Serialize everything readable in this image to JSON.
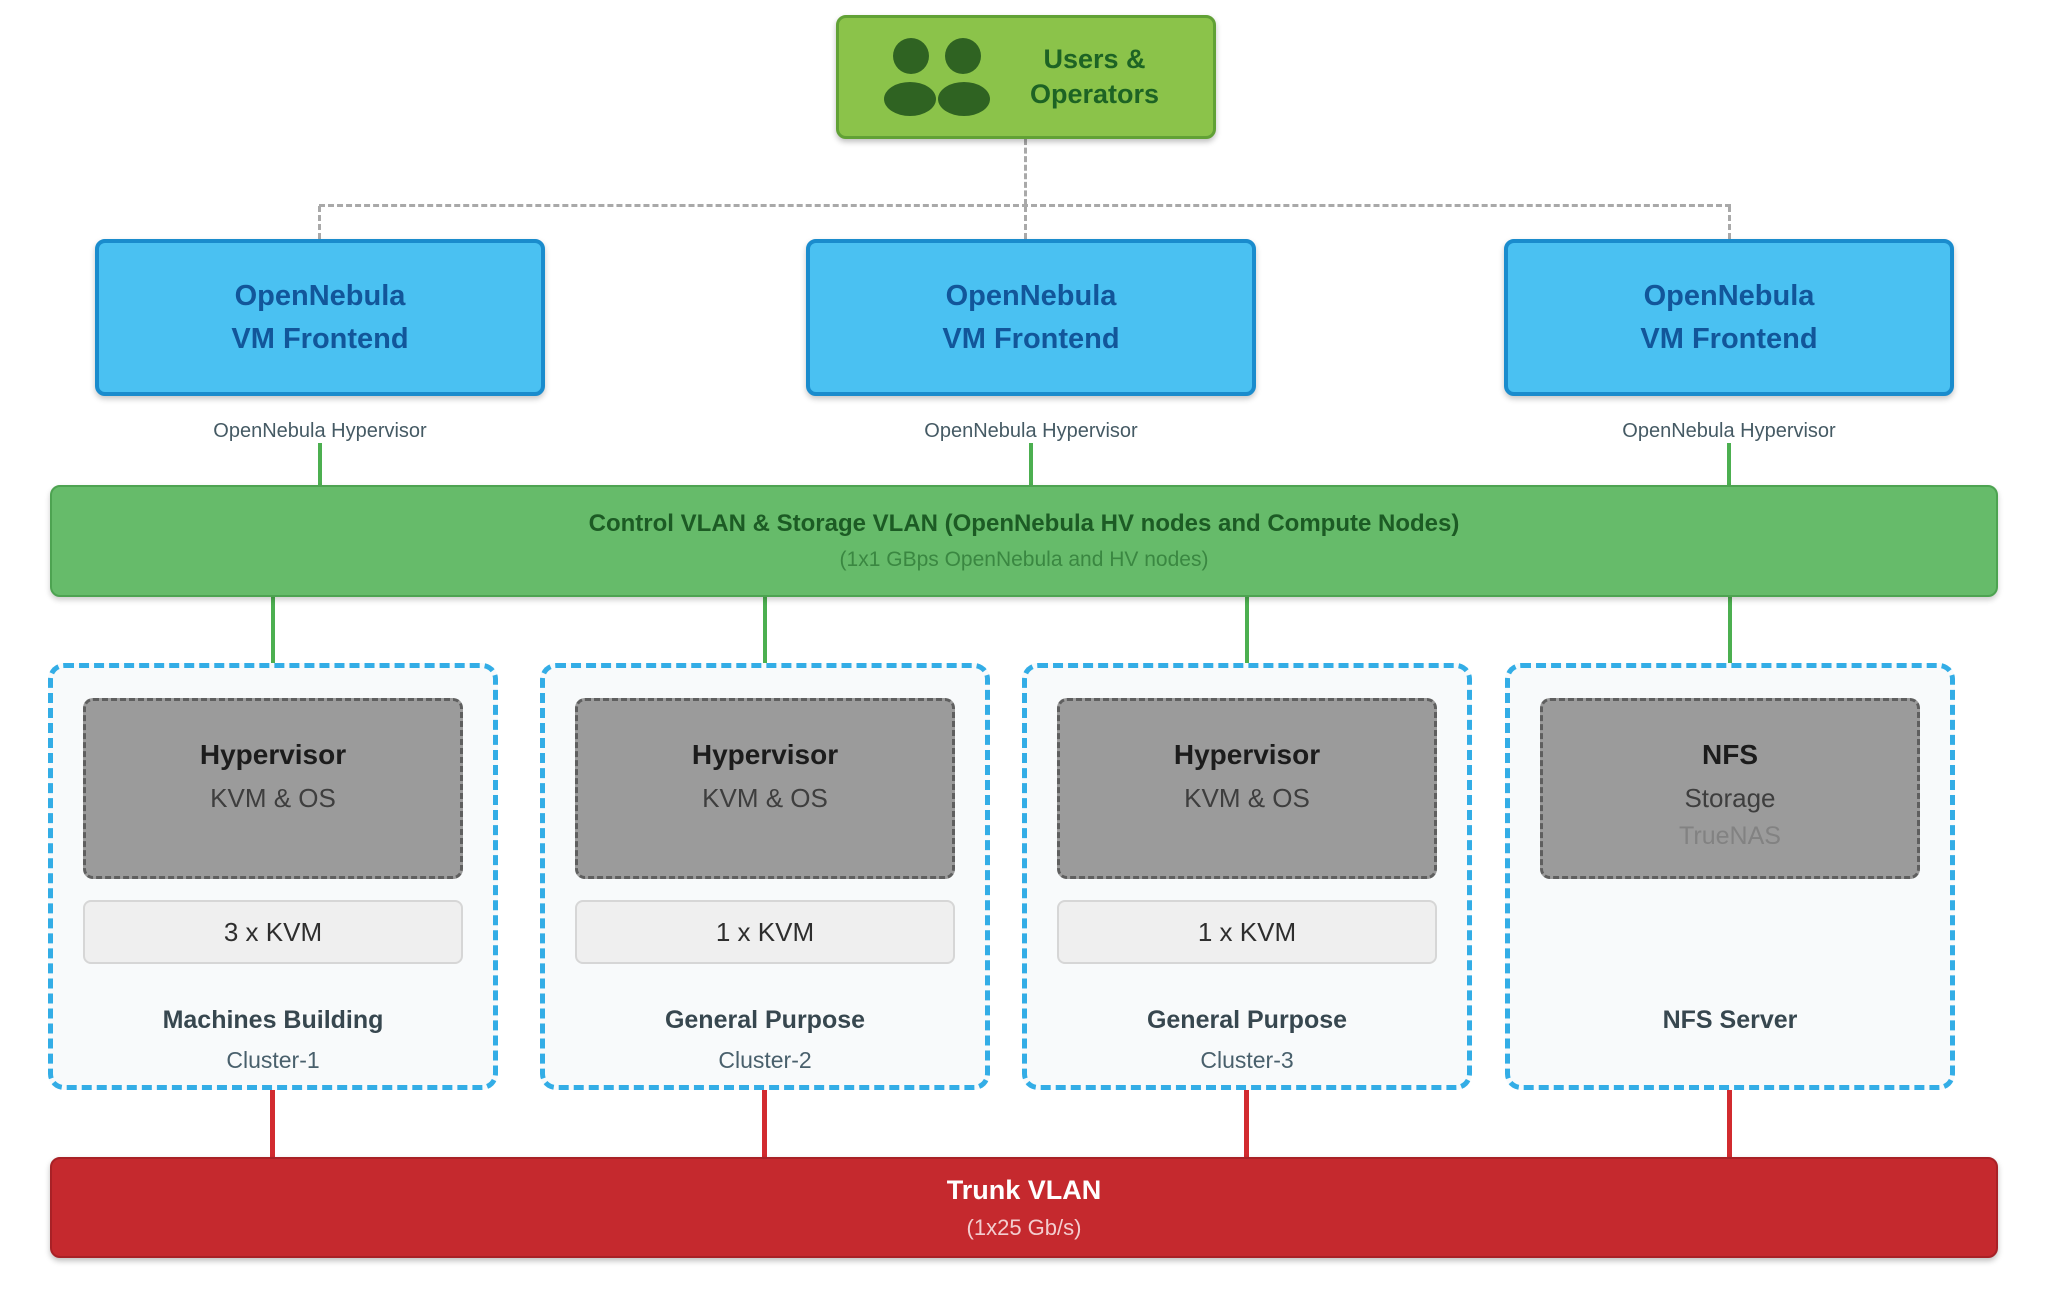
{
  "diagram": {
    "users_box": {
      "label": "Users & Operators",
      "icon": "users-icon"
    },
    "frontends": [
      {
        "line1": "OpenNebula",
        "line2": "VM Frontend",
        "hypervisor_label": "OpenNebula Hypervisor"
      },
      {
        "line1": "OpenNebula",
        "line2": "VM Frontend",
        "hypervisor_label": "OpenNebula Hypervisor"
      },
      {
        "line1": "OpenNebula",
        "line2": "VM Frontend",
        "hypervisor_label": "OpenNebula Hypervisor"
      }
    ],
    "control_vlan": {
      "title": "Control VLAN & Storage VLAN (OpenNebula HV nodes and Compute Nodes)",
      "subtitle": "(1x1 GBps OpenNebula and HV nodes)"
    },
    "clusters": [
      {
        "box_title": "Hypervisor",
        "box_subtitle": "KVM & OS",
        "kvm_count": "3 x KVM",
        "name": "Machines Building",
        "cluster_id": "Cluster-1"
      },
      {
        "box_title": "Hypervisor",
        "box_subtitle": "KVM & OS",
        "kvm_count": "1 x KVM",
        "name": "General Purpose",
        "cluster_id": "Cluster-2"
      },
      {
        "box_title": "Hypervisor",
        "box_subtitle": "KVM & OS",
        "kvm_count": "1 x KVM",
        "name": "General Purpose",
        "cluster_id": "Cluster-3"
      },
      {
        "box_title": "NFS",
        "box_subtitle": "Storage",
        "box_note": "TrueNAS",
        "name": "NFS Server"
      }
    ],
    "trunk_vlan": {
      "title": "Trunk VLAN",
      "subtitle": "(1x25 Gb/s)"
    },
    "colors": {
      "users_green": "#8bc34a",
      "users_border": "#61a135",
      "users_text": "#1d6324",
      "frontend_blue": "#4ac1f2",
      "frontend_border": "#1a8ccd",
      "frontend_text": "#12569a",
      "vlan_green": "#66bb6a",
      "vlan_border": "#4da351",
      "cluster_dash_blue": "#33ade6",
      "hypervisor_gray": "#9b9b9b",
      "trunk_red": "#c5292e",
      "line_green": "#4caf50",
      "line_red": "#d22b2f",
      "line_dash_gray": "#a9a9a9"
    }
  }
}
